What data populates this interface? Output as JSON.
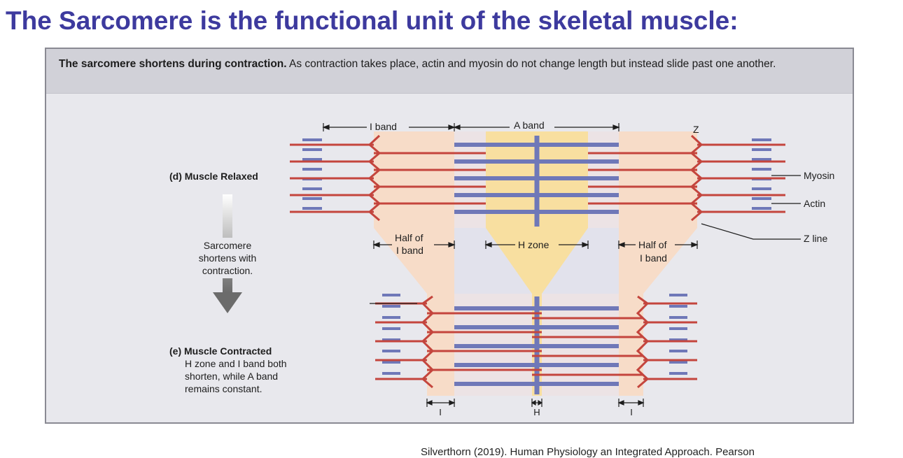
{
  "slide": {
    "title": "The Sarcomere is the functional unit of the skeletal muscle:",
    "citation": "Silverthorn (2019). Human Physiology an Integrated Approach. Pearson"
  },
  "figure": {
    "caption_bold": "The sarcomere shortens during contraction.",
    "caption_rest": " As contraction takes place, actin and myosin do not change length but instead slide past one another.",
    "top_labels": {
      "i_band": "I band",
      "a_band": "A band",
      "z": "Z"
    },
    "right_labels": {
      "myosin": "Myosin",
      "actin": "Actin",
      "z_line": "Z line"
    },
    "middle_labels": {
      "half_i_left_1": "Half of",
      "half_i_left_2": "I band",
      "h_zone": "H zone",
      "half_i_right_1": "Half of",
      "half_i_right_2": "I band"
    },
    "relaxed_label": "(d) Muscle Relaxed",
    "arrow_text": [
      "Sarcomere",
      "shortens with",
      "contraction."
    ],
    "contracted_label": "(e) Muscle Contracted",
    "contracted_desc": [
      "H zone and I band both",
      "shorten, while A band",
      "remains constant."
    ],
    "bottom_labels": {
      "i_left": "I",
      "h": "H",
      "i_right": "I"
    }
  }
}
